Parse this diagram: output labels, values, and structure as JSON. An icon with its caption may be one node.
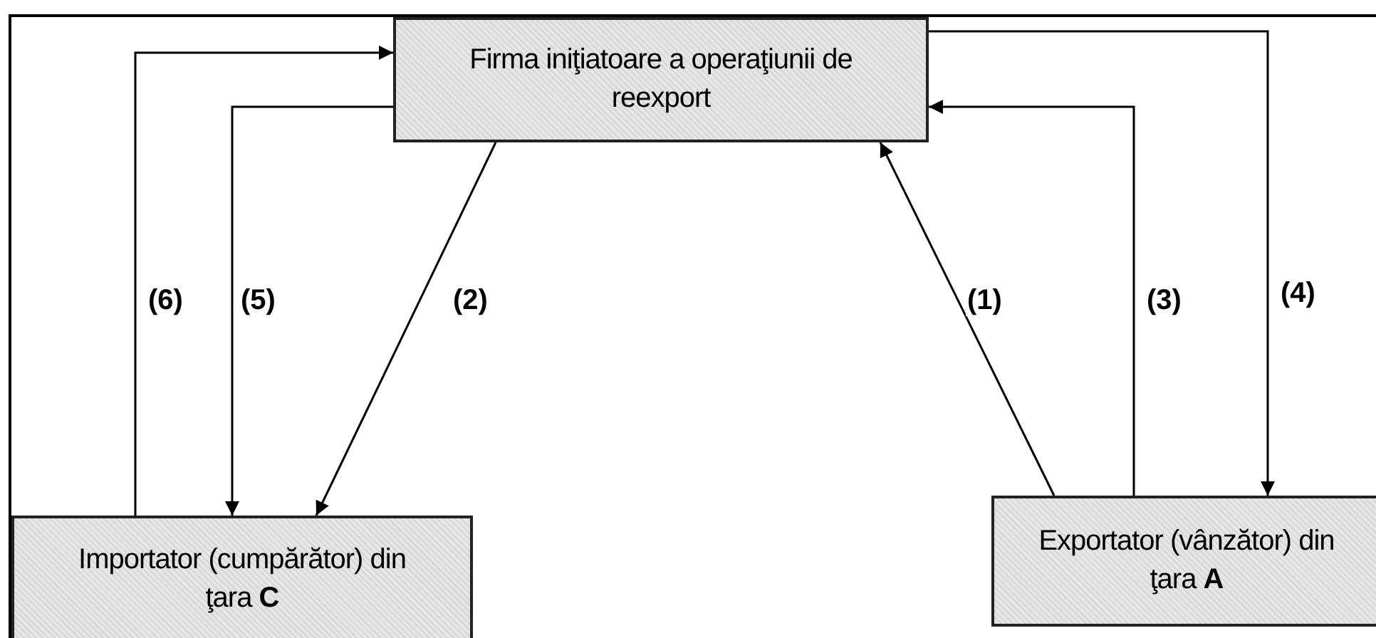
{
  "diagram": {
    "nodes": [
      {
        "text": [
          "Firma iniţiatoare a operaţiunii de reexport"
        ]
      },
      {
        "text": [
          "Importator (cumpărător) din ţara **C**"
        ]
      },
      {
        "text": [
          "Exportator (vânzător) din ţara **A**"
        ]
      }
    ],
    "edges": [
      {
        "from": 2,
        "to": 0,
        "arrow": "to",
        "label": "(1)"
      },
      {
        "from": 0,
        "to": 1,
        "arrow": "to",
        "label": "(2)"
      },
      {
        "from": 2,
        "to": 0,
        "arrow": "to",
        "label": "(3)"
      },
      {
        "from": 0,
        "to": 2,
        "arrow": "to",
        "label": "(4)"
      },
      {
        "from": 0,
        "to": 1,
        "arrow": "to",
        "label": "(5)"
      },
      {
        "from": 1,
        "to": 0,
        "arrow": "to",
        "label": "(6)"
      }
    ]
  }
}
